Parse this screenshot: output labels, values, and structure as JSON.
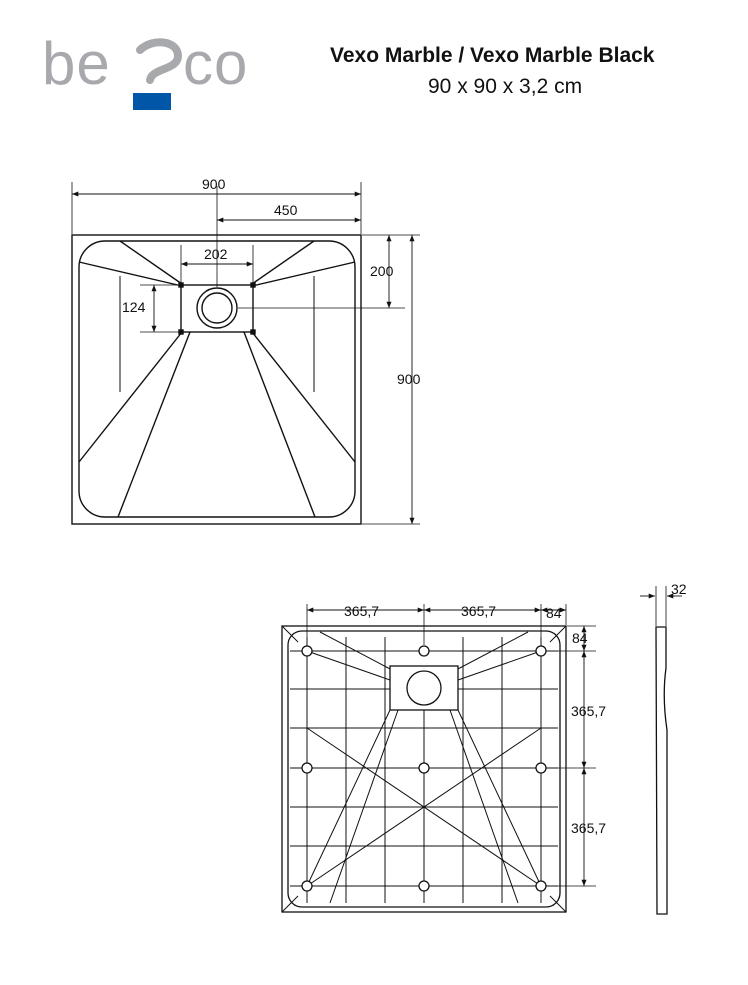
{
  "brand": {
    "name_left": "be",
    "name_right": "co",
    "gray": "#a7a9ac",
    "blue": "#0057a8"
  },
  "header": {
    "title": "Vexo Marble / Vexo Marble Black",
    "subtitle": "90 x 90 x 3,2 cm"
  },
  "top_view": {
    "dim_width": "900",
    "dim_half": "450",
    "dim_drain_width": "202",
    "dim_drain_height": "124",
    "dim_drain_offset": "200",
    "dim_height": "900"
  },
  "bottom_view": {
    "dim_span_left": "365,7",
    "dim_span_right": "365,7",
    "dim_corner_h": "84",
    "dim_corner_v": "84",
    "dim_span_upper": "365,7",
    "dim_span_lower": "365,7"
  },
  "side_view": {
    "dim_thickness": "32"
  }
}
